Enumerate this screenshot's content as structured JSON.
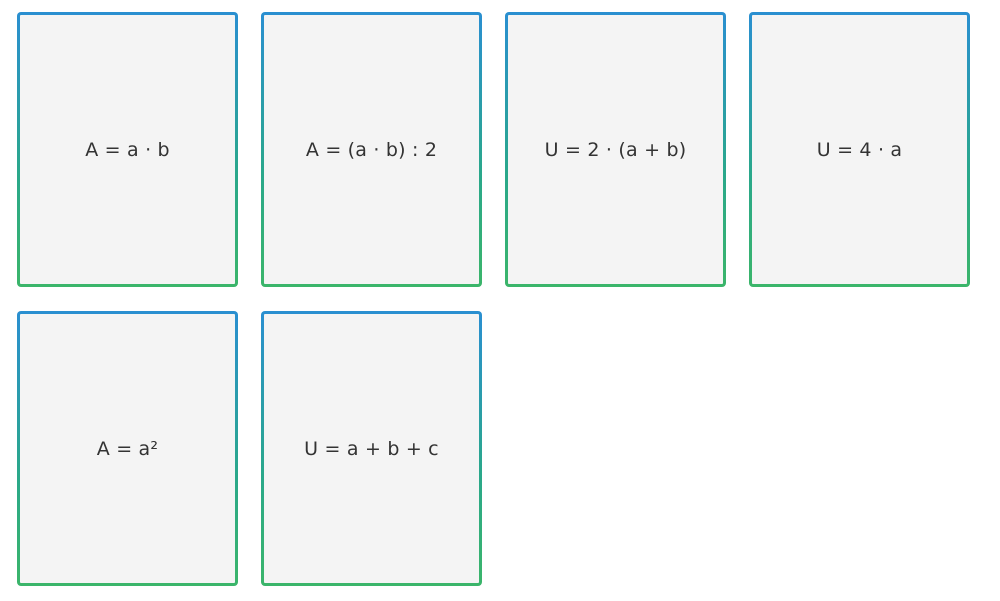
{
  "cards": [
    {
      "formula": "A = a · b"
    },
    {
      "formula": "A = (a · b) : 2"
    },
    {
      "formula": "U = 2 · (a + b)"
    },
    {
      "formula": "U = 4 · a"
    },
    {
      "formula": "A = a²"
    },
    {
      "formula": "U = a + b + c"
    }
  ],
  "colors": {
    "card_background": "#f4f4f4",
    "border_top": "#2a8fd1",
    "border_bottom": "#3bb56a",
    "text": "#333333"
  }
}
